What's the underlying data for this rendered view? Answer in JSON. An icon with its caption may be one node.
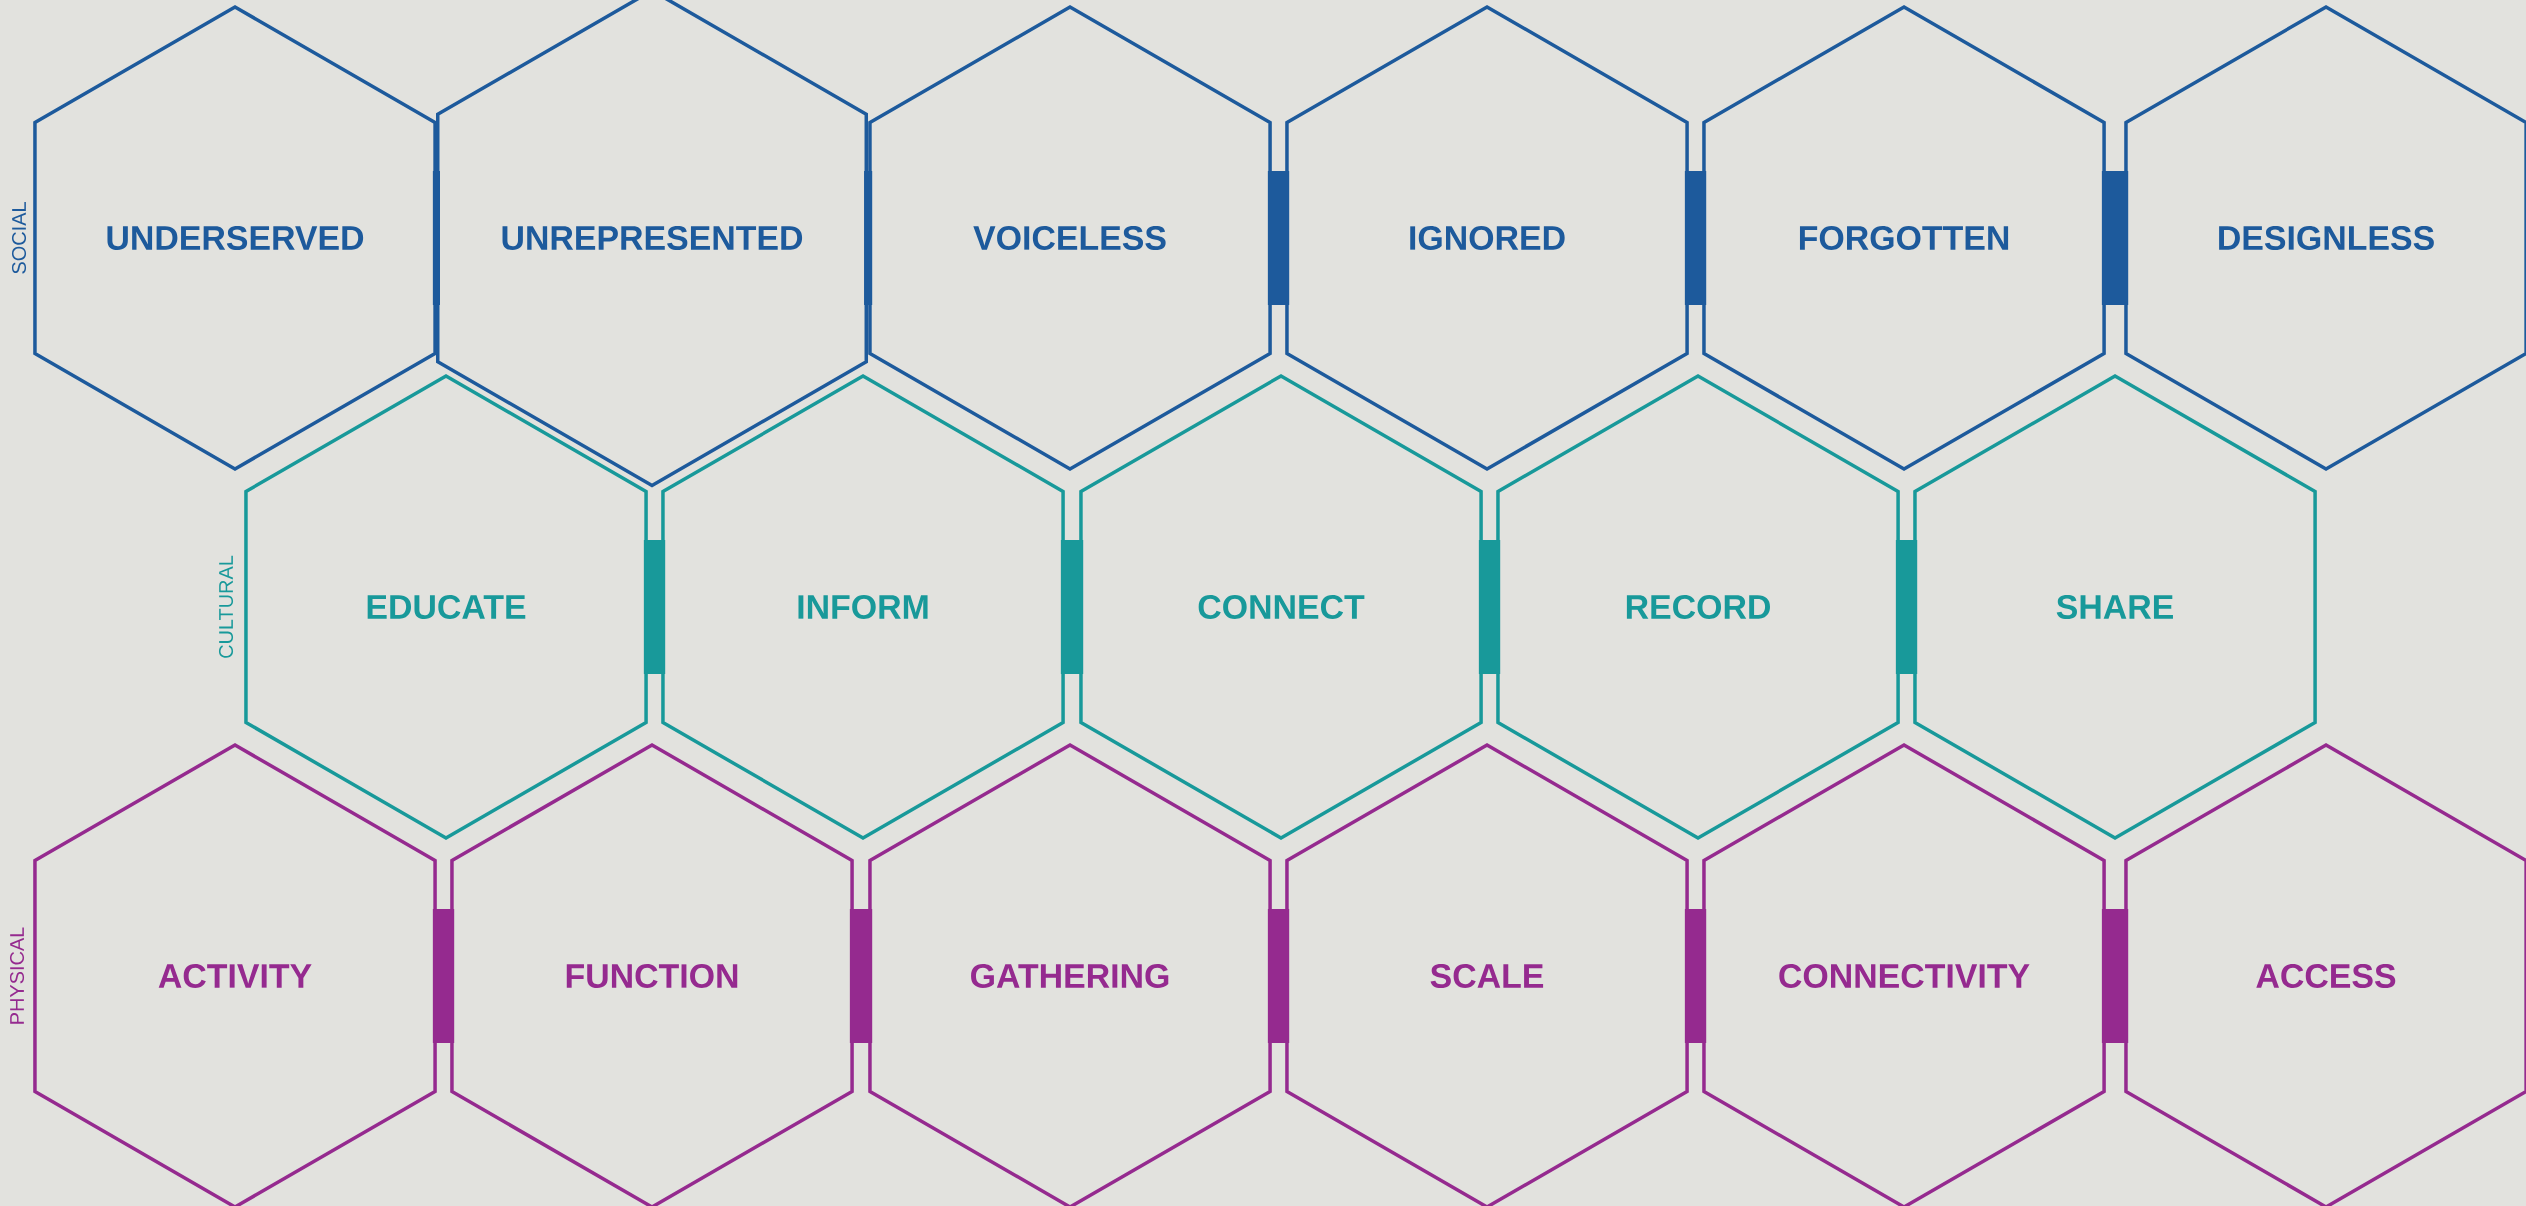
{
  "diagram": {
    "nodes": [
      {
        "text": [
          "UNDERSERVED"
        ]
      },
      {
        "text": [
          "UNREPRESENTED"
        ]
      },
      {
        "text": [
          "VOICELESS"
        ]
      },
      {
        "text": [
          "IGNORED"
        ]
      },
      {
        "text": [
          "FORGOTTEN"
        ]
      },
      {
        "text": [
          "DESIGNLESS"
        ]
      },
      {
        "text": [
          "EDUCATE"
        ]
      },
      {
        "text": [
          "INFORM"
        ]
      },
      {
        "text": [
          "CONNECT"
        ]
      },
      {
        "text": [
          "RECORD"
        ]
      },
      {
        "text": [
          "SHARE"
        ]
      },
      {
        "text": [
          "ACTIVITY"
        ]
      },
      {
        "text": [
          "FUNCTION"
        ]
      },
      {
        "text": [
          "GATHERING"
        ]
      },
      {
        "text": [
          "SCALE"
        ]
      },
      {
        "text": [
          "CONNECTIVITY"
        ]
      },
      {
        "text": [
          "ACCESS"
        ]
      }
    ],
    "edges": [
      {
        "from": 0,
        "to": 1,
        "arrow": "none",
        "color": "#1d5a9c"
      },
      {
        "from": 1,
        "to": 2,
        "arrow": "none",
        "color": "#1d5a9c"
      },
      {
        "from": 2,
        "to": 3,
        "arrow": "none",
        "color": "#1d5a9c"
      },
      {
        "from": 3,
        "to": 4,
        "arrow": "none",
        "color": "#1d5a9c"
      },
      {
        "from": 4,
        "to": 5,
        "arrow": "none",
        "color": "#1d5a9c"
      },
      {
        "from": 6,
        "to": 7,
        "arrow": "none",
        "color": "#18999a"
      },
      {
        "from": 7,
        "to": 8,
        "arrow": "none",
        "color": "#18999a"
      },
      {
        "from": 8,
        "to": 9,
        "arrow": "none",
        "color": "#18999a"
      },
      {
        "from": 9,
        "to": 10,
        "arrow": "none",
        "color": "#18999a"
      },
      {
        "from": 11,
        "to": 12,
        "arrow": "none",
        "color": "#952a8f"
      },
      {
        "from": 12,
        "to": 13,
        "arrow": "none",
        "color": "#952a8f"
      },
      {
        "from": 13,
        "to": 14,
        "arrow": "none",
        "color": "#952a8f"
      },
      {
        "from": 14,
        "to": 15,
        "arrow": "none",
        "color": "#952a8f"
      },
      {
        "from": 15,
        "to": 16,
        "arrow": "none",
        "color": "#952a8f"
      }
    ],
    "labels": [
      "SOCIAL",
      "CULTURAL",
      "PHYSICAL"
    ]
  }
}
